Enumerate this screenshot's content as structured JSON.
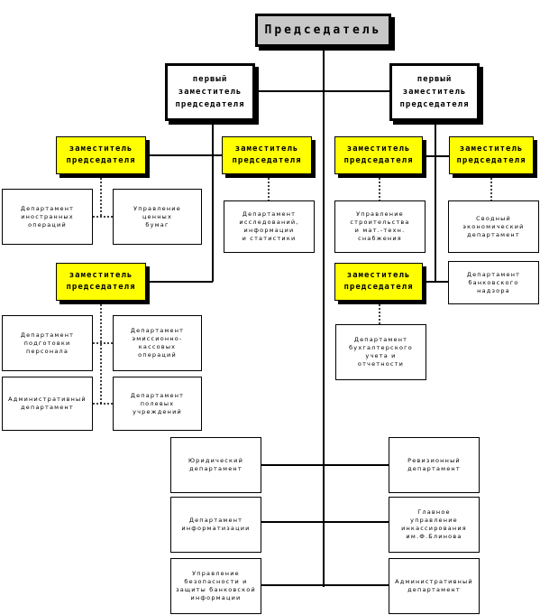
{
  "chairman": "Председатель",
  "first_deputies": {
    "left": "первый\nзаместитель\nпредседателя",
    "right": "первый\nзаместитель\nпредседателя"
  },
  "deputies": {
    "left_top": "заместитель\nпредседателя",
    "center_left": "заместитель\nпредседателя",
    "left_bottom": "заместитель\nпредседателя",
    "right_top_a": "заместитель\nпредседателя",
    "right_top_b": "заместитель\nпредседателя",
    "right_mid": "заместитель\nпредседателя"
  },
  "departments": {
    "foreign_ops": "Департамент\nиностранных\nопераций",
    "securities": "Управление\nценных\nбумаг",
    "research": "Департамент\nисследований,\nинформации\nи статистики",
    "construction": "Управление\nстроительства\nи мат.-техн.\nснабжения",
    "economic": "Сводный\nэкономический\nдепартамент",
    "bank_supervision": "Департамент\nбанковского\nнадзора",
    "accounting": "Департамент\nбухгалтерского\nучета и\nотчетности",
    "personnel": "Департамент\nподготовки\nперсонала",
    "emission": "Департамент\nэмиссионно-\nкассовых\nопераций",
    "administrative_left": "Административный\nдепартамент",
    "field": "Департамент\nполевых\nучреждений",
    "legal": "Юридический\nдепартамент",
    "audit": "Ревизионный\nдепартамент",
    "informatization": "Департамент\nинформатизации",
    "main_directorate": "Главное\nуправление\nинкассирования\nим.Ф.Блинова",
    "security": "Управление\nбезопасности и\nзащиты банковской\nинформации",
    "administrative_right": "Административный\nдепартамент"
  }
}
